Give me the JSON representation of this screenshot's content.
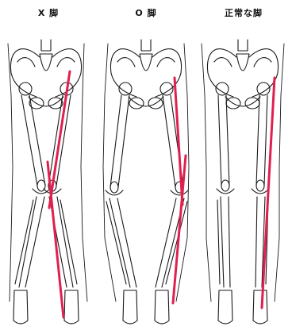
{
  "colors": {
    "outline": "#1a1a1a",
    "axis_line": "#e0204f",
    "background": "#ffffff"
  },
  "panels": [
    {
      "title": "X 脚",
      "leg_type": "knock-knee"
    },
    {
      "title": "O 脚",
      "leg_type": "bow-leg"
    },
    {
      "title": "正常な脚",
      "leg_type": "normal"
    }
  ]
}
